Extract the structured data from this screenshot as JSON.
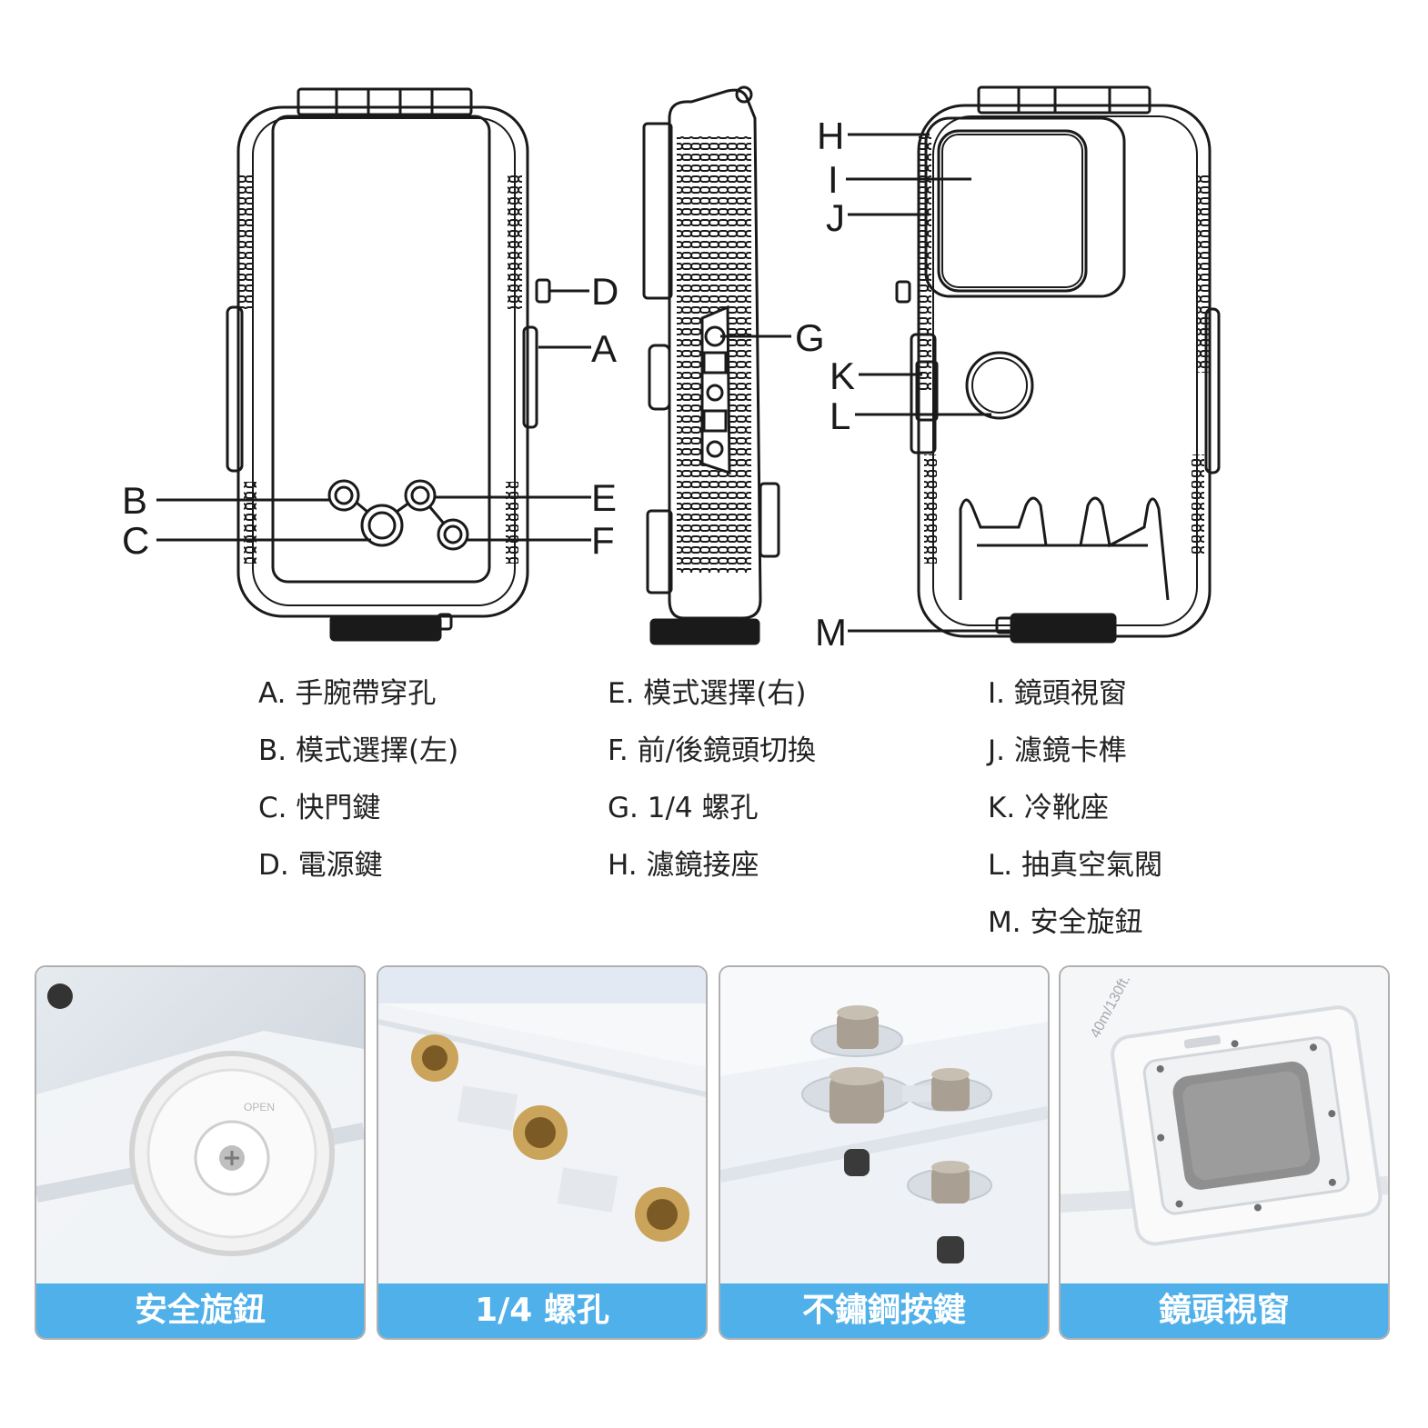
{
  "callouts": {
    "A": "A",
    "B": "B",
    "C": "C",
    "D": "D",
    "E": "E",
    "F": "F",
    "G": "G",
    "H": "H",
    "I": "I",
    "J": "J",
    "K": "K",
    "L": "L",
    "M": "M"
  },
  "legend": {
    "col1": [
      "A. 手腕帶穿孔",
      "B. 模式選擇(左)",
      "C. 快門鍵",
      "D. 電源鍵"
    ],
    "col2": [
      "E. 模式選擇(右)",
      "F. 前/後鏡頭切換",
      "G. 1/4 螺孔",
      "H. 濾鏡接座"
    ],
    "col3": [
      "I. 鏡頭視窗",
      "J. 濾鏡卡榫",
      "K. 冷靴座",
      "L. 抽真空氣閥",
      "M. 安全旋鈕"
    ]
  },
  "cards": [
    {
      "caption": "安全旋鈕",
      "icon": "safety-knob-photo"
    },
    {
      "caption": "1/4 螺孔",
      "icon": "screw-hole-photo"
    },
    {
      "caption": "不鏽鋼按鍵",
      "icon": "stainless-button-photo"
    },
    {
      "caption": "鏡頭視窗",
      "icon": "lens-window-photo"
    }
  ],
  "photo_texts": {
    "knob_mark": "OPEN",
    "depth_mark": "40m/130ft."
  },
  "colors": {
    "caption_bg": "#4fb0ea",
    "caption_text": "#ffffff",
    "line": "#1a1a1a",
    "brass": "#c9a45a"
  }
}
